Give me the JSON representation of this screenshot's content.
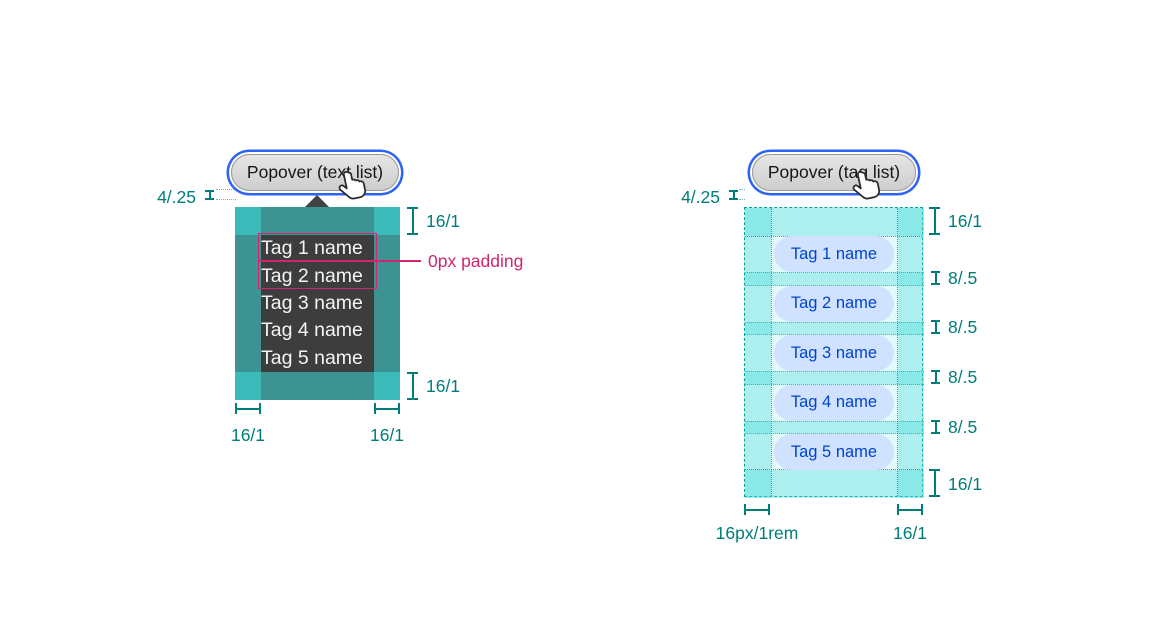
{
  "left": {
    "button_label": "Popover (text list)",
    "gap_label": "4/.25",
    "items": [
      "Tag 1 name",
      "Tag 2 name",
      "Tag 3 name",
      "Tag 4 name",
      "Tag 5 name"
    ],
    "padding_label": "0px padding",
    "measures": {
      "top": "16/1",
      "bottom": "16/1",
      "col_left": "16/1",
      "col_right": "16/1"
    }
  },
  "right": {
    "button_label": "Popover (tag list)",
    "gap_label": "4/.25",
    "tags": [
      "Tag 1 name",
      "Tag 2 name",
      "Tag 3 name",
      "Tag 4 name",
      "Tag 5 name"
    ],
    "measures": {
      "top": "16/1",
      "gaps": [
        "8/.5",
        "8/.5",
        "8/.5",
        "8/.5"
      ],
      "bottom": "16/1",
      "col_left": "16px/1rem",
      "col_right": "16/1"
    }
  },
  "colors": {
    "annotation_teal": "#007d79",
    "annotation_magenta": "#d02670",
    "focus_blue": "#2d63f6",
    "popover_dark": "#3d3d3d",
    "popover_text": "#f4f4f4",
    "spacer_teal": "rgba(61,219,217,0.55)",
    "spacer_teal_light": "rgba(61,219,217,0.32)",
    "spacer_tint": "rgba(61,219,217,0.15)",
    "dashed_teal": "#00a29e",
    "tag_bg": "#d0e2ff",
    "tag_text": "#0043ce",
    "button_bg_top": "#e6e6e6",
    "button_bg_bottom": "#cdcdcd"
  }
}
